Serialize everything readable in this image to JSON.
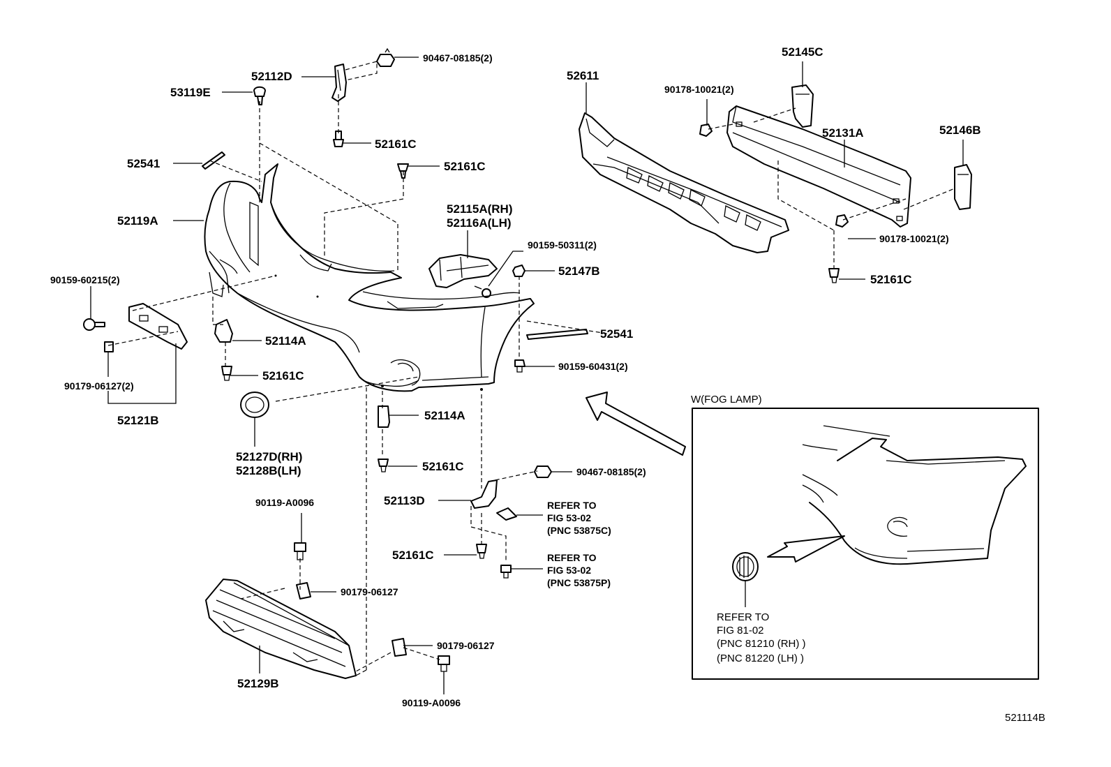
{
  "diagram": {
    "drawing_code": "521114B",
    "inset_title": "W(FOG LAMP)",
    "parts": {
      "p52112D": "52112D",
      "p90467_top": "90467-08185(2)",
      "p53119E": "53119E",
      "p52161C_a": "52161C",
      "p52161C_b": "52161C",
      "p52541_a": "52541",
      "p52119A": "52119A",
      "p52115A": "52115A(RH)",
      "p52116A": "52116A(LH)",
      "p90159_50311": "90159-50311(2)",
      "p52147B": "52147B",
      "p90159_60215": "90159-60215(2)",
      "p52114A_a": "52114A",
      "p52541_b": "52541",
      "p52161C_c": "52161C",
      "p90159_60431": "90159-60431(2)",
      "p90179_06127_2": "90179-06127(2)",
      "p52121B": "52121B",
      "p52127D": "52127D(RH)",
      "p52128B": "52128B(LH)",
      "p52114A_b": "52114A",
      "p52161C_d": "52161C",
      "p90467_mid": "90467-08185(2)",
      "p52113D": "52113D",
      "p90119_top": "90119-A0096",
      "p52161C_e": "52161C",
      "p90179_06127_a": "90179-06127",
      "p90179_06127_b": "90179-06127",
      "p52129B": "52129B",
      "p90119_bot": "90119-A0096",
      "p52611": "52611",
      "p90178_a": "90178-10021(2)",
      "p52145C": "52145C",
      "p52131A": "52131A",
      "p52146B": "52146B",
      "p90178_b": "90178-10021(2)",
      "p52161C_f": "52161C"
    },
    "refs": {
      "r1": [
        "REFER TO",
        "FIG 53-02",
        "(PNC 53875C)"
      ],
      "r2": [
        "REFER TO",
        "FIG 53-02",
        "(PNC 53875P)"
      ],
      "r3": [
        "REFER TO",
        "FIG 81-02",
        "(PNC 81210 (RH) )",
        "(PNC 81220 (LH) )"
      ]
    }
  }
}
